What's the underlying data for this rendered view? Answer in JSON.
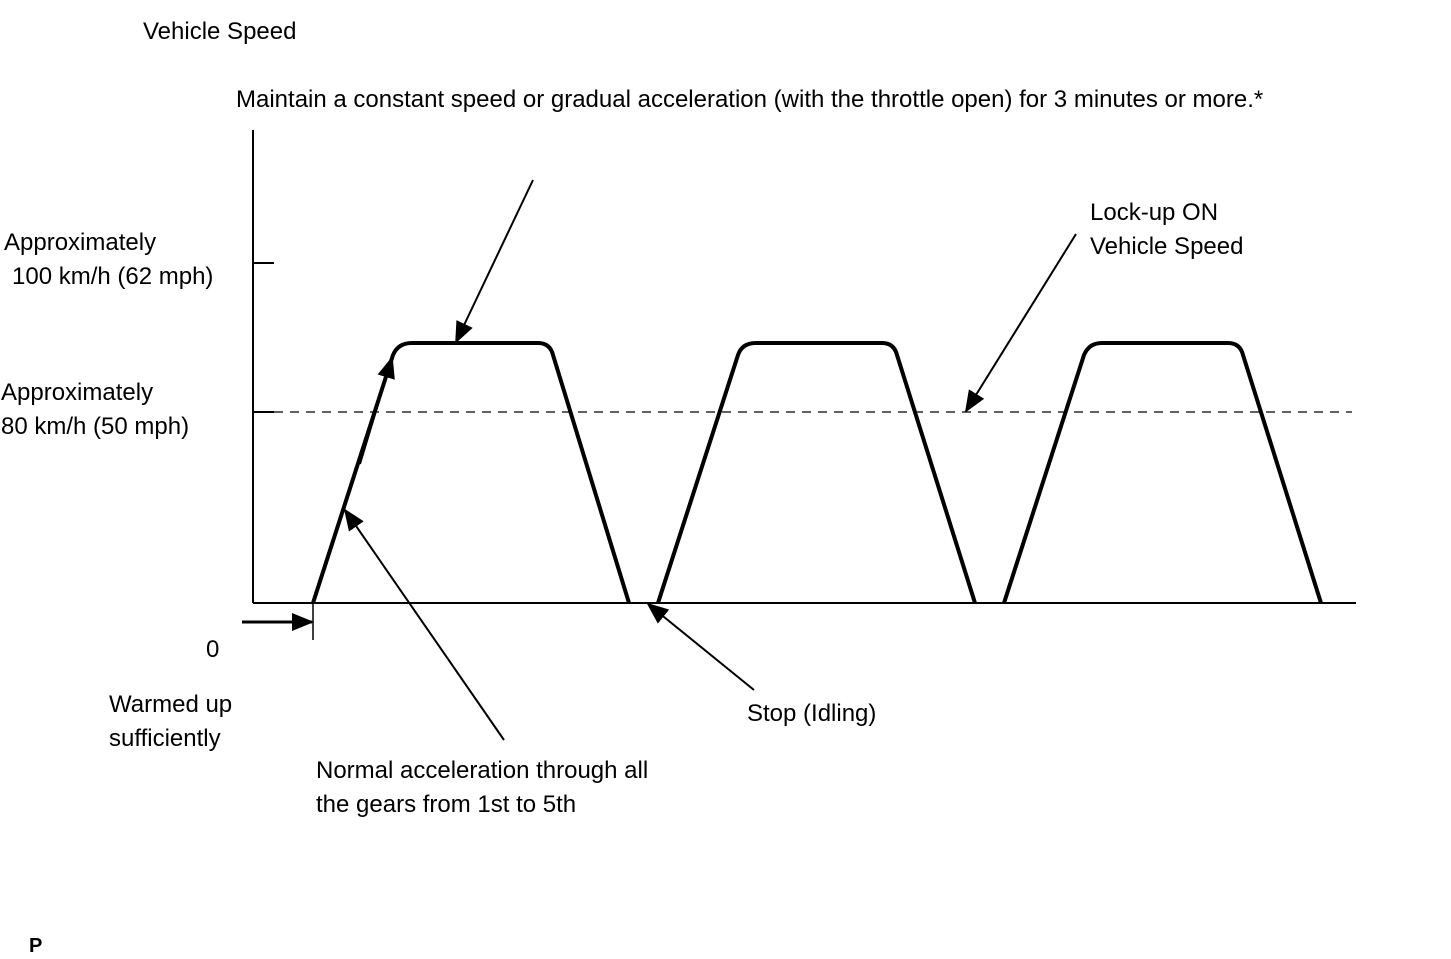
{
  "title": "Vehicle Speed",
  "annotation_constant": "Maintain a constant speed or gradual acceleration (with the throttle open) for 3 minutes or more.*",
  "axis": {
    "y_tick_high": [
      "Approximately",
      "100 km/h (62 mph)"
    ],
    "y_tick_mid": [
      "Approximately",
      "80 km/h (50 mph)"
    ],
    "zero": "0"
  },
  "labels": {
    "lockup": [
      "Lock-up ON",
      "Vehicle Speed"
    ],
    "warmed": [
      "Warmed up",
      "sufficiently"
    ],
    "normal_accel": [
      "Normal acceleration through all",
      "the gears from 1st to 5th"
    ],
    "stop": "Stop (Idling)",
    "corner_mark": "P"
  },
  "colors": {
    "line": "#000000",
    "background": "#ffffff"
  }
}
